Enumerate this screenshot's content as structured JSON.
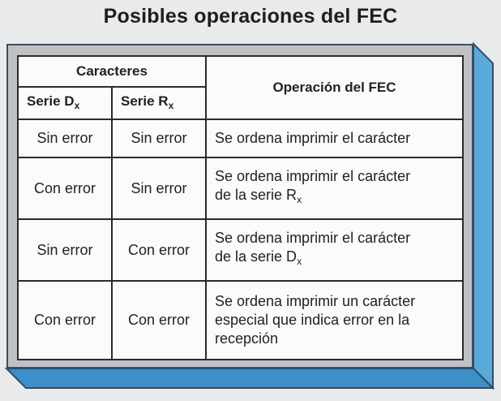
{
  "title": "Posibles operaciones del FEC",
  "table": {
    "group_header": "Caracteres",
    "col1": {
      "base": "Serie D",
      "sub": "x"
    },
    "col2": {
      "base": "Serie R",
      "sub": "x"
    },
    "col3": "Operación del FEC",
    "rows": [
      {
        "dx": "Sin error",
        "rx": "Sin error",
        "op_line1": "Se ordena imprimir el carácter",
        "op_line2": "",
        "op_sub": "",
        "op_line3": ""
      },
      {
        "dx": "Con error",
        "rx": "Sin error",
        "op_line1": "Se ordena imprimir el carácter",
        "op_line2": "de la serie R",
        "op_sub": "x",
        "op_line3": ""
      },
      {
        "dx": "Sin error",
        "rx": "Con error",
        "op_line1": "Se ordena imprimir el carácter",
        "op_line2": "de la serie D",
        "op_sub": "x",
        "op_line3": ""
      },
      {
        "dx": "Con error",
        "rx": "Con error",
        "op_line1": "Se ordena imprimir un carácter",
        "op_line2": "especial que indica error en la",
        "op_sub": "",
        "op_line3": "recepción"
      }
    ]
  },
  "colors": {
    "frame_side": "#5aa9d8",
    "frame_bottom": "#3d8fc8",
    "frame_face": "#bfc1c5"
  }
}
